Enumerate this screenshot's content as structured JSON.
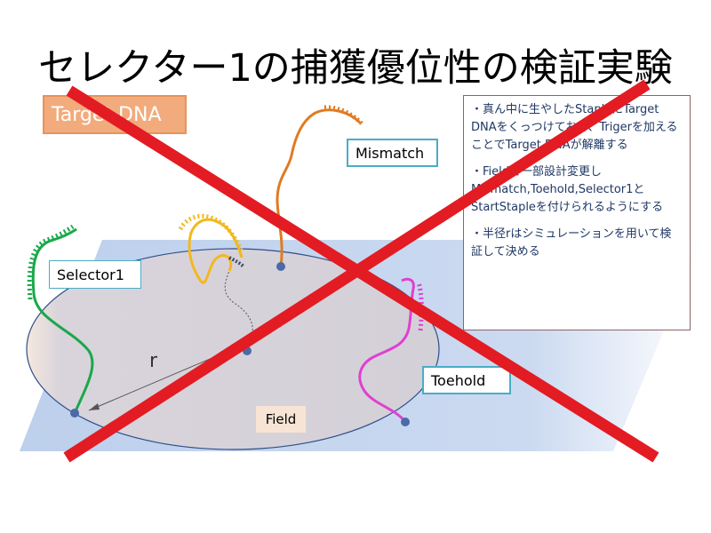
{
  "title": "セレクター1の捕獲優位性の検証実験",
  "labels": {
    "target_dna": "Target DNA",
    "mismatch": "Mismatch",
    "selector1": "Selector1",
    "toehold": "Toehold",
    "field": "Field",
    "radius": "r"
  },
  "notes": [
    "・真ん中に生やしたStapleにTarget DNAをくっつけておき、Trigerを加えることでTarget DNAが解離する",
    "・Fieldを一部設計変更しMismatch,Toehold,Selector1とStartStapleを付けられるようにする",
    "・半径rはシミュレーションを用いて検証して決める"
  ],
  "colors": {
    "plane": "#b9cdeb",
    "ellipse_fill": "#d6d2d9",
    "ellipse_stroke": "#2f4f8a",
    "selector_strand": "#1aa84a",
    "center_strand": "#f2b81d",
    "mismatch_strand": "#e07b20",
    "toehold_strand": "#e040d0",
    "anchor": "#4a6aa8",
    "cross": "#e31b23"
  }
}
